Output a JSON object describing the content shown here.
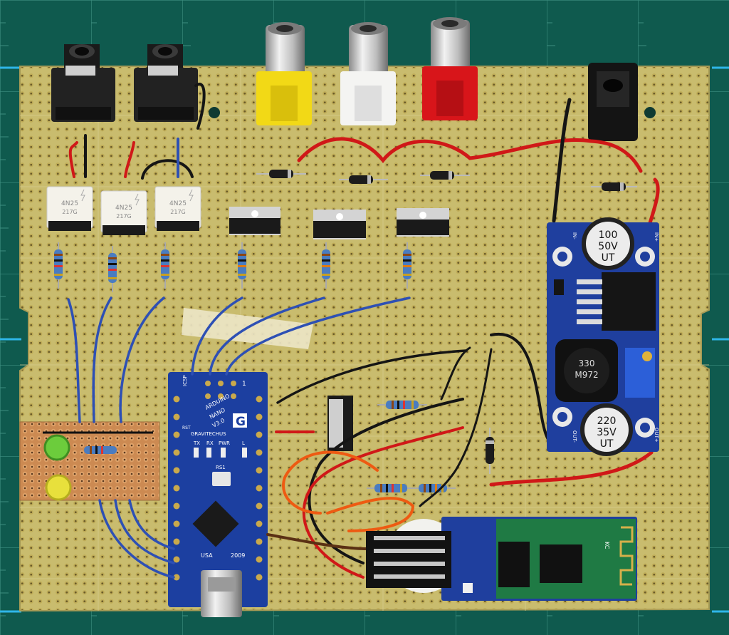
{
  "optocouplers": [
    {
      "part": "4N25",
      "code": "217G"
    },
    {
      "part": "4N25",
      "code": "217G"
    },
    {
      "part": "4N25",
      "code": "217G"
    }
  ],
  "arduino": {
    "title": "ARDUINO",
    "model": "NANO",
    "version": "V3.0",
    "maker": "GRAVITECHUS",
    "country": "USA",
    "year": "2009",
    "logo": "G",
    "icsp": "ICSP",
    "pin1": "1",
    "rst": "RST",
    "tx": "TX",
    "rx": "RX",
    "pwr": "PWR",
    "l": "L",
    "rs1": "RS1"
  },
  "buck": {
    "cap_in_value": "100",
    "cap_in_voltage": "50V",
    "cap_in_brand": "UT",
    "inductor_value": "330",
    "inductor_code": "M972",
    "cap_out_value": "220",
    "cap_out_voltage": "35V",
    "cap_out_brand": "UT",
    "in_minus": "IN-",
    "in_plus": "IN+",
    "out_minus": "OUT-",
    "out_plus": "OUT+"
  },
  "bluetooth": {
    "antenna_label": "KC"
  },
  "colors": {
    "mat": "#0f5a4e",
    "board": "#c8bb6c",
    "copper_hole": "#8a7a3a",
    "rca_yellow": "#f2d916",
    "rca_white": "#f4f4f2",
    "rca_red": "#d8151a",
    "nano_pcb": "#1c3fa0",
    "wire_blue": "#2e50b4",
    "wire_red": "#d01818",
    "wire_black": "#151515",
    "wire_orange": "#ee5a12",
    "wire_brown": "#5a3014",
    "led_green": "#6ccc3c",
    "led_yellow": "#e8e03c"
  }
}
